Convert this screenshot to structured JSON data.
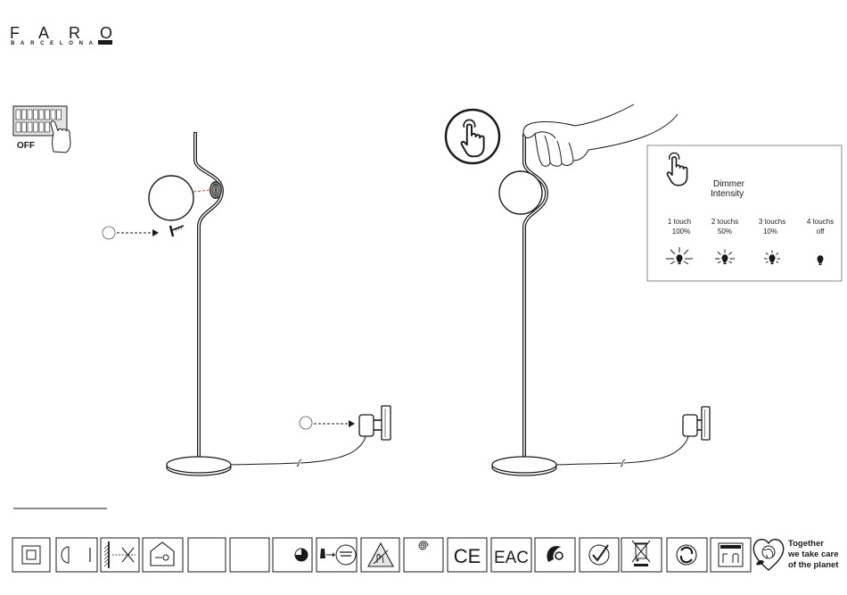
{
  "brand": {
    "logo": "FARO",
    "tagline": "BARCELONA"
  },
  "installation": {
    "power_label": "OFF"
  },
  "dimmer": {
    "title": [
      "Dimmer",
      "Intensity"
    ],
    "levels": [
      {
        "touches": "1 touch",
        "intensity": "100%"
      },
      {
        "touches": "2 touchs",
        "intensity": "50%"
      },
      {
        "touches": "3 touchs",
        "intensity": "10%"
      },
      {
        "touches": "4 touchs",
        "intensity": "off"
      }
    ]
  },
  "certifications": {
    "ce": "CE",
    "eac": "EAC"
  },
  "eco_message": {
    "lines": [
      "Together",
      "we take care",
      "of the planet"
    ]
  },
  "icons": [
    "fuse-box-icon",
    "touch-icon",
    "bulb-icon",
    "screw-icon",
    "plug-adapter-icon",
    "class-ii-icon",
    "house-icon",
    "esd-warning-icon",
    "spiral-icon",
    "weee-bin-icon",
    "green-dot-icon",
    "heart-globe-icon"
  ],
  "colors": {
    "ink": "#1a1a1a",
    "highlight": "#d9342b",
    "panel_border": "#8a8a8a",
    "fuse_fill": "#e3e3e3"
  }
}
